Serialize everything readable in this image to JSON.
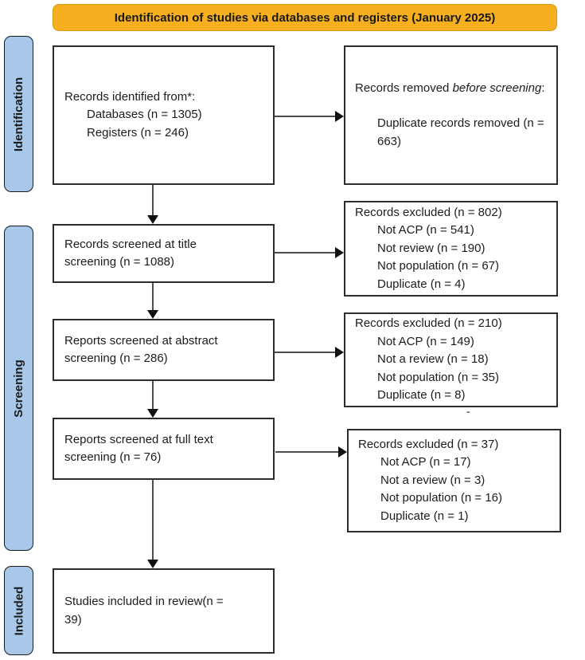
{
  "header": {
    "title": "Identification of studies via databases and registers (January 2025)"
  },
  "sidebar": {
    "identification": "Identification",
    "screening": "Screening",
    "included": "Included"
  },
  "boxes": {
    "identified": {
      "title": "Records identified from*:",
      "items": [
        "Databases (n = 1305)",
        "Registers (n = 246)"
      ]
    },
    "removed": {
      "prefix": "Records removed ",
      "emphasis": "before screening",
      "suffix": ":",
      "item": "Duplicate records removed (n = 663)"
    },
    "title_screen": {
      "text": "Records screened at title screening (n = 1088)"
    },
    "excluded_title": {
      "title": "Records excluded (n = 802)",
      "items": [
        "Not ACP (n = 541)",
        "Not review (n = 190)",
        "Not population (n = 67)",
        "Duplicate (n = 4)"
      ]
    },
    "abstract_screen": {
      "text": "Reports screened at abstract screening (n = 286)"
    },
    "excluded_abstract": {
      "title": "Records excluded (n = 210)",
      "items": [
        "Not ACP (n = 149)",
        "Not a review (n = 18)",
        "Not population (n = 35)",
        "Duplicate (n = 8)"
      ]
    },
    "fulltext_screen": {
      "text": "Reports screened at full text screening (n = 76)"
    },
    "excluded_fulltext": {
      "title": "Records excluded (n = 37)",
      "items": [
        "Not ACP (n = 17)",
        "Not a review (n = 3)",
        "Not population (n = 16)",
        "Duplicate (n = 1)"
      ]
    },
    "included_box": {
      "text": "Studies included in review(n = 39)"
    }
  },
  "annotations": {
    "stray_dash": "-"
  },
  "colors": {
    "banner_bg": "#F6AF1F",
    "banner_border": "#D89A12",
    "stage_fill": "#A8C8E9",
    "box_border": "#2D2D2D",
    "arrow": "#4D4D4D"
  }
}
